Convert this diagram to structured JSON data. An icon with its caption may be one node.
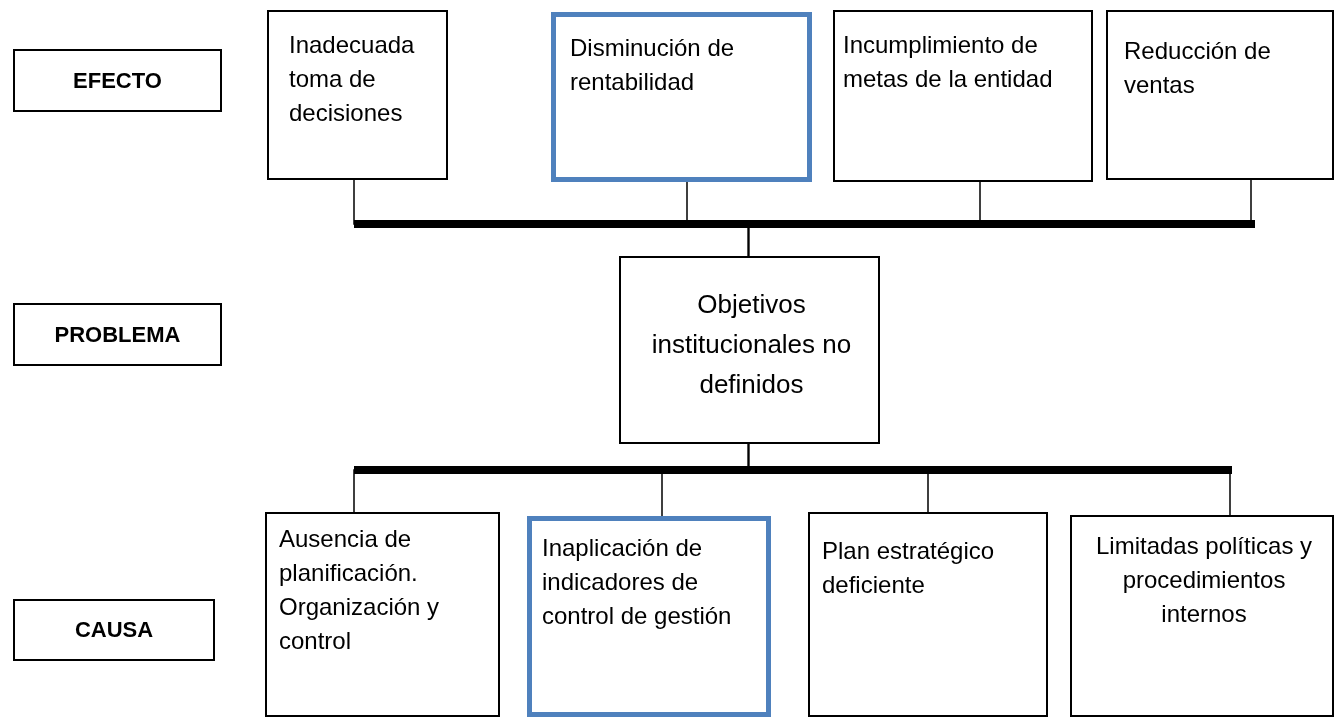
{
  "diagram": {
    "nodes": [
      {
        "text": [
          "EFECTO"
        ]
      },
      {
        "text": [
          "Inadecuada toma de decisiones"
        ]
      },
      {
        "text": [
          "Disminución de rentabilidad"
        ]
      },
      {
        "text": [
          "Incumplimiento de metas de la entidad"
        ]
      },
      {
        "text": [
          "Reducción de ventas"
        ]
      },
      {
        "text": [
          "PROBLEMA"
        ]
      },
      {
        "text": [
          "Objetivos institucionales no definidos"
        ]
      },
      {
        "text": [
          "CAUSA"
        ]
      },
      {
        "text": [
          "Ausencia de planificación. Organización y control"
        ]
      },
      {
        "text": [
          "Inaplicación  de indicadores de control de gestión"
        ]
      },
      {
        "text": [
          "Plan estratégico deficiente"
        ]
      },
      {
        "text": [
          "Limitadas políticas y procedimientos internos"
        ]
      }
    ],
    "edges": [
      {
        "from": 6,
        "to": 1,
        "arrow": "none"
      },
      {
        "from": 6,
        "to": 2,
        "arrow": "none"
      },
      {
        "from": 6,
        "to": 3,
        "arrow": "none"
      },
      {
        "from": 6,
        "to": 4,
        "arrow": "none"
      },
      {
        "from": 6,
        "to": 8,
        "arrow": "none"
      },
      {
        "from": 6,
        "to": 9,
        "arrow": "none"
      },
      {
        "from": 6,
        "to": 10,
        "arrow": "none"
      },
      {
        "from": 6,
        "to": 11,
        "arrow": "none"
      }
    ]
  }
}
